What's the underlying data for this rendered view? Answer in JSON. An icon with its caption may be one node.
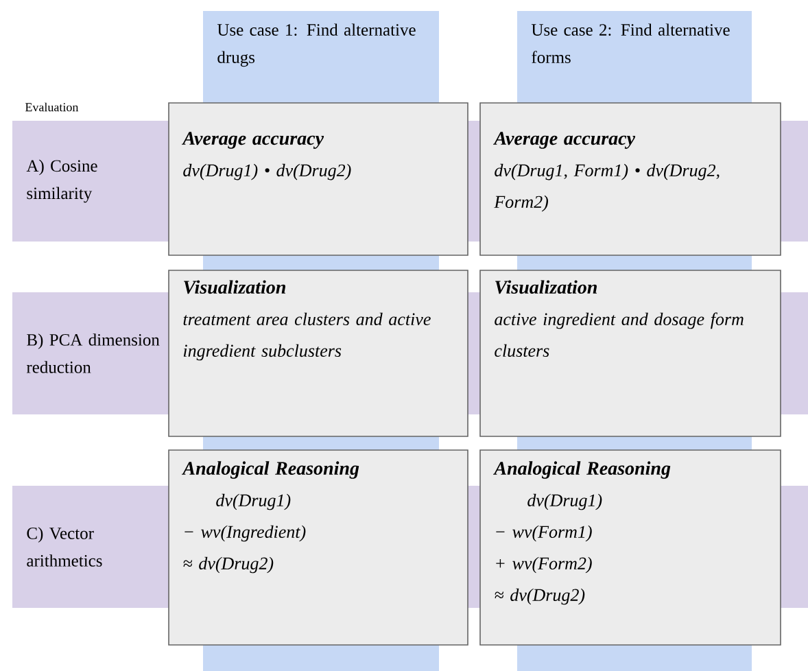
{
  "diagram": {
    "nodes": [
      {
        "text": [
          "Use case 1: Find alternative drugs"
        ]
      },
      {
        "text": [
          "Use case 2: Find alternative forms"
        ]
      },
      {
        "text": [
          "A) Cosine similarity"
        ]
      },
      {
        "text": [
          "B) PCA dimension reduction"
        ]
      },
      {
        "text": [
          "C) Vector arithmetics"
        ]
      },
      {
        "text": [
          "Average accuracy",
          "dv(Drug1) • dv(Drug2)"
        ]
      },
      {
        "text": [
          "Average accuracy",
          "dv(Drug1, Form1) • dv(Drug2, Form2)"
        ]
      },
      {
        "text": [
          "Visualization",
          "treatment area clusters and active ingredient subclusters"
        ]
      },
      {
        "text": [
          "Visualization",
          "active ingredient and dosage form clusters"
        ]
      },
      {
        "text": [
          "Analogical Reasoning",
          "dv(Drug1)",
          "− wv(Ingredient)",
          "≈ dv(Drug2)"
        ]
      },
      {
        "text": [
          "Analogical Reasoning",
          "dv(Drug1)",
          "− wv(Form1)",
          "+ wv(Form2)",
          "≈ dv(Drug2)"
        ]
      }
    ],
    "labels": [
      "Evaluation"
    ]
  }
}
